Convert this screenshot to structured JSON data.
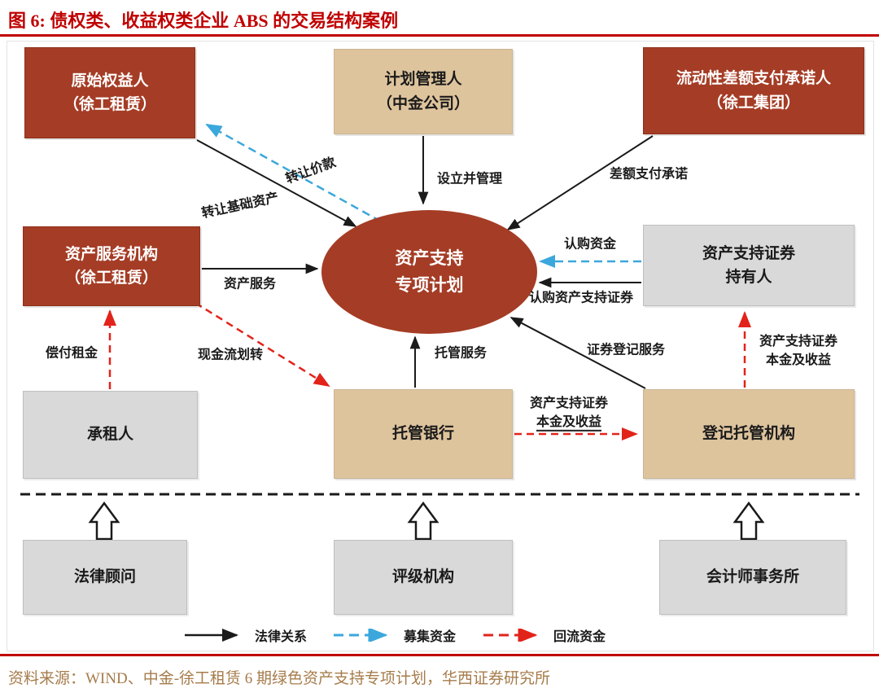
{
  "title": "图 6:  债权类、收益权类企业 ABS 的交易结构案例",
  "source": "资料来源：WIND、中金-徐工租赁 6 期绿色资产支持专项计划，华西证券研究所",
  "colors": {
    "box_red": "#A53C25",
    "box_tan": "#DEC49D",
    "box_gray": "#D9D9D9",
    "arrow_black": "#1a1a1a",
    "arrow_blue": "#3BA7DC",
    "arrow_red": "#E2231A",
    "title_red": "#C00000",
    "source_gold": "#A67C4B"
  },
  "nodes": {
    "originator": {
      "line1": "原始权益人",
      "line2": "（徐工租赁）"
    },
    "plan_manager": {
      "line1": "计划管理人",
      "line2": "（中金公司）"
    },
    "liquidity_promiser": {
      "line1": "流动性差额支付承诺人",
      "line2": "（徐工集团）"
    },
    "spv": {
      "line1": "资产支持",
      "line2": "专项计划"
    },
    "asset_servicer": {
      "line1": "资产服务机构",
      "line2": "（徐工租赁）"
    },
    "holders": {
      "line1": "资产支持证券",
      "line2": "持有人"
    },
    "lessee": {
      "label": "承租人"
    },
    "custodian_bank": {
      "label": "托管银行"
    },
    "registry": {
      "label": "登记托管机构"
    },
    "legal_advisor": {
      "label": "法律顾问"
    },
    "rating_agency": {
      "label": "评级机构"
    },
    "accounting_firm": {
      "label": "会计师事务所"
    }
  },
  "edges": {
    "transfer_price": {
      "label": "转让价款"
    },
    "transfer_assets": {
      "label": "转让基础资产"
    },
    "establish_manage": {
      "label": "设立并管理"
    },
    "difference_payment": {
      "label": "差额支付承诺"
    },
    "asset_service": {
      "label": "资产服务"
    },
    "subscription_funds": {
      "label": "认购资金"
    },
    "subscribe_abs": {
      "label": "认购资产支持证券"
    },
    "pay_rent": {
      "label": "偿付租金"
    },
    "cashflow_transfer": {
      "label": "现金流划转"
    },
    "custody_service": {
      "label": "托管服务"
    },
    "registration_service": {
      "label": "证券登记服务"
    },
    "principal_income_h": {
      "line1": "资产支持证券",
      "line2": "本金及收益"
    },
    "principal_income_v": {
      "line1": "资产支持证券",
      "line2": "本金及收益"
    }
  },
  "legend": {
    "legal": {
      "label": "法律关系"
    },
    "raised": {
      "label": "募集资金"
    },
    "returned": {
      "label": "回流资金"
    }
  }
}
